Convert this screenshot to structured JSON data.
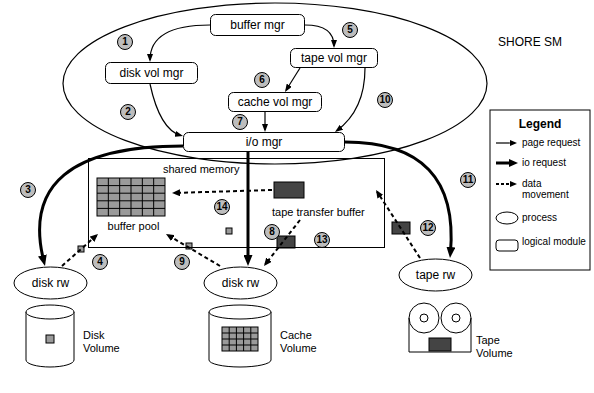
{
  "diagram": {
    "nodes": [
      {
        "text": [
          "SHORE SM"
        ]
      },
      {
        "text": [
          "buffer mgr"
        ],
        "in": 0
      },
      {
        "text": [
          "disk vol mgr"
        ],
        "in": 0
      },
      {
        "text": [
          "tape vol mgr"
        ],
        "in": 0
      },
      {
        "text": [
          "cache vol mgr"
        ],
        "in": 0
      },
      {
        "text": [
          "i/o mgr"
        ],
        "in": 0
      },
      {
        "text": [
          "shared memory"
        ]
      },
      {
        "text": [
          "buffer pool"
        ],
        "in": 6
      },
      {
        "text": [
          "tape transfer buffer"
        ],
        "in": 6
      },
      {
        "text": [
          "disk rw"
        ]
      },
      {
        "text": [
          "disk rw"
        ]
      },
      {
        "text": [
          "tape rw"
        ]
      },
      {
        "text": [
          "Disk Volume"
        ]
      },
      {
        "text": [
          "Cache Volume"
        ]
      },
      {
        "text": [
          "Tape Volume"
        ]
      }
    ],
    "edges": [
      {
        "from": 1,
        "to": 2,
        "arrow": "to"
      },
      {
        "from": 1,
        "to": 3,
        "arrow": "to"
      },
      {
        "from": 2,
        "to": 5,
        "arrow": "to"
      },
      {
        "from": 3,
        "to": 4,
        "arrow": "to"
      },
      {
        "from": 4,
        "to": 5,
        "arrow": "to"
      },
      {
        "from": 3,
        "to": 5,
        "arrow": "to"
      },
      {
        "from": 5,
        "to": 9,
        "arrow": "to"
      },
      {
        "from": 5,
        "to": 10,
        "arrow": "to"
      },
      {
        "from": 5,
        "to": 11,
        "arrow": "to"
      },
      {
        "from": 9,
        "to": 7,
        "arrow": "to"
      },
      {
        "from": 10,
        "to": 7,
        "arrow": "to"
      },
      {
        "from": 11,
        "to": 8,
        "arrow": "to"
      },
      {
        "from": 8,
        "to": 10,
        "arrow": "to"
      },
      {
        "from": 8,
        "to": 7,
        "arrow": "to"
      }
    ],
    "labels": [
      "1",
      "2",
      "3",
      "4",
      "5",
      "6",
      "7",
      "8",
      "9",
      "10",
      "11",
      "12",
      "13",
      "14",
      "Legend"
    ],
    "legend": [
      {
        "text": "page request"
      },
      {
        "text": "io request"
      },
      {
        "text": "data movement"
      },
      {
        "text": "process"
      },
      {
        "text": "logical module"
      }
    ]
  }
}
